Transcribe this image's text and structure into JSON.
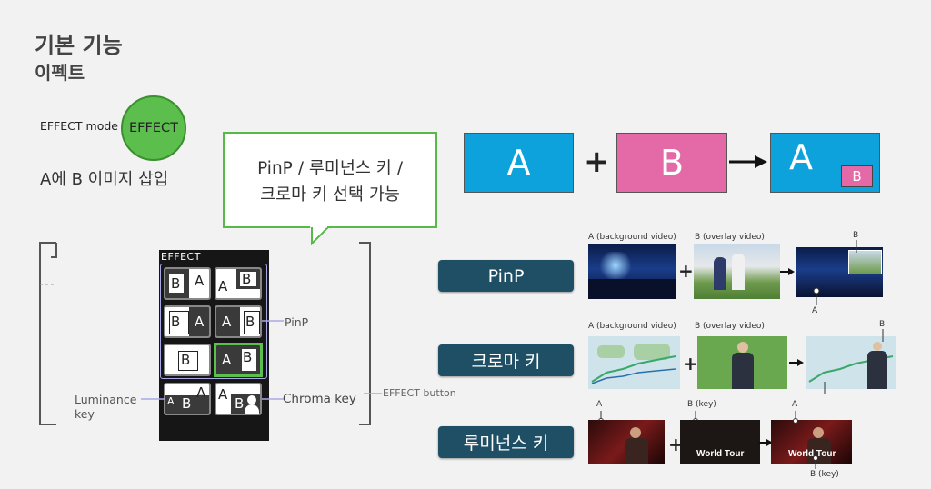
{
  "header": {
    "title": "기본 기능",
    "subtitle": "이펙트"
  },
  "mode": {
    "label": "EFFECT mode",
    "circle_text": "EFFECT",
    "description": "A에 B 이미지 삽입"
  },
  "callout": {
    "line1": "PinP / 루미넌스 키 /",
    "line2": "크로마 키 선택 가능"
  },
  "top_diagram": {
    "a": "A",
    "b": "B",
    "plus": "+",
    "result_a": "A",
    "result_b": "B"
  },
  "phone": {
    "title": "EFFECT",
    "annotations": {
      "pinp": "PinP",
      "luminance_line1": "Luminance",
      "luminance_line2": "key",
      "chroma": "Chroma key",
      "effect_button": "EFFECT button"
    },
    "tiles": [
      {
        "letters": [
          "B",
          "A"
        ]
      },
      {
        "letters": [
          "A",
          "B"
        ]
      },
      {
        "letters": [
          "B",
          "A"
        ]
      },
      {
        "letters": [
          "A",
          "B"
        ]
      },
      {
        "letters": [
          "B"
        ]
      },
      {
        "letters": [
          "A",
          "B"
        ]
      },
      {
        "letters": [
          "A",
          "B",
          "A"
        ]
      },
      {
        "letters": [
          "A",
          "B"
        ]
      }
    ]
  },
  "rows": {
    "pinp": {
      "label": "PinP",
      "cap_a": "A (background video)",
      "cap_b": "B (overlay video)",
      "result_top": "B",
      "result_bottom": "A"
    },
    "chroma": {
      "label": "크로마 키",
      "cap_a": "A (background video)",
      "cap_b": "B (overlay video)",
      "result_top": "B"
    },
    "luminance": {
      "label": "루미넌스 키",
      "cap_a": "A",
      "cap_b": "B (key)",
      "result_top": "A",
      "result_bottom": "B (key)",
      "world_tour": "World Tour",
      "world_tour_result": "World Tour"
    }
  },
  "colors": {
    "green": "#5cbf4d",
    "blue": "#0ea2dd",
    "pink": "#e36aa6",
    "pill": "#1f4f64",
    "phone_highlight": "#5cbf4d",
    "frame": "#a9a8e6"
  }
}
